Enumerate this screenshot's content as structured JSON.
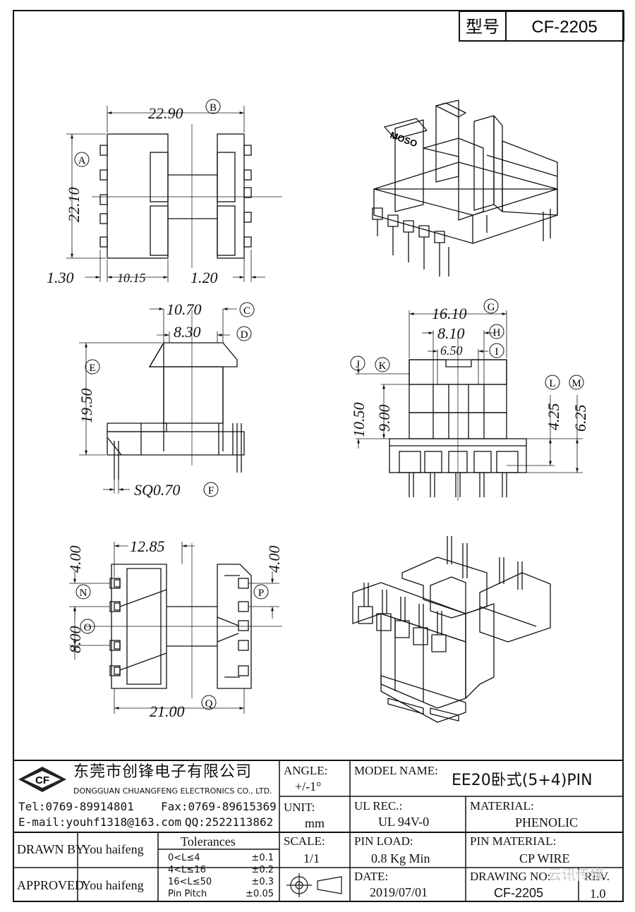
{
  "header": {
    "model_label": "型号",
    "model_value": "CF-2205"
  },
  "dimensions": {
    "top_view": {
      "B": "22.90",
      "A": "22.10",
      "left_pitch": "1.30",
      "center_gap": "10.15",
      "right_pitch": "1.20"
    },
    "side_view": {
      "C": "10.70",
      "D": "8.30",
      "E": "19.50",
      "F": "SQ0.70"
    },
    "front_view": {
      "G": "16.10",
      "H": "8.10",
      "I": "6.50",
      "J": "10.50",
      "K": "9.00",
      "L": "4.25",
      "M": "6.25"
    },
    "bottom_view": {
      "width_top": "12.85",
      "N": "4.00",
      "P": "4.00",
      "O": "8.00",
      "Q": "21.00"
    }
  },
  "markers": [
    "A",
    "B",
    "C",
    "D",
    "E",
    "F",
    "G",
    "H",
    "I",
    "J",
    "K",
    "L",
    "M",
    "N",
    "O",
    "P",
    "Q"
  ],
  "product_marking": "MOSO",
  "title_block": {
    "company_cn": "东莞市创锋电子有限公司",
    "company_en": "DONGGUAN CHUANGFENG ELECTRONICS CO., LTD.",
    "logo_text": "CF",
    "tel": "Tel:0769-89914801",
    "fax": "Fax:0769-89615369",
    "email": "E-mail:youhf1318@163.com",
    "qq": "QQ:2522113862",
    "angle_label": "ANGLE:",
    "angle_value": "+/-1°",
    "unit_label": "UNIT:",
    "unit_value": "mm",
    "scale_label": "SCALE:",
    "scale_value": "1/1",
    "model_name_label": "MODEL NAME:",
    "model_name_value": "EE20卧式(5+4)PIN",
    "ul_label": "UL REC.:",
    "ul_value": "UL 94V-0",
    "material_label": "MATERIAL:",
    "material_value": "PHENOLIC",
    "pin_load_label": "PIN LOAD:",
    "pin_load_value": "0.8 Kg Min",
    "pin_material_label": "PIN MATERIAL:",
    "pin_material_value": "CP WIRE",
    "date_label": "DATE:",
    "date_value": "2019/07/01",
    "drawing_no_label": "DRAWING NO:",
    "drawing_no_value": "CF-2205",
    "rev_label": "REV.",
    "rev_value": "1.0",
    "drawn_by_label": "DRAWN BY",
    "drawn_by_value": "You haifeng",
    "approved_label": "APPROVED",
    "approved_value": "You haifeng",
    "tolerances_title": "Tolerances",
    "tolerances": [
      {
        "range": "0<L≤4",
        "value": "±0.1"
      },
      {
        "range": "4<L≤16",
        "value": "±0.2"
      },
      {
        "range": "16<L≤50",
        "value": "±0.3"
      },
      {
        "range": "Pin Pitch",
        "value": "±0.05"
      }
    ],
    "watermark": "云讯传媒"
  }
}
